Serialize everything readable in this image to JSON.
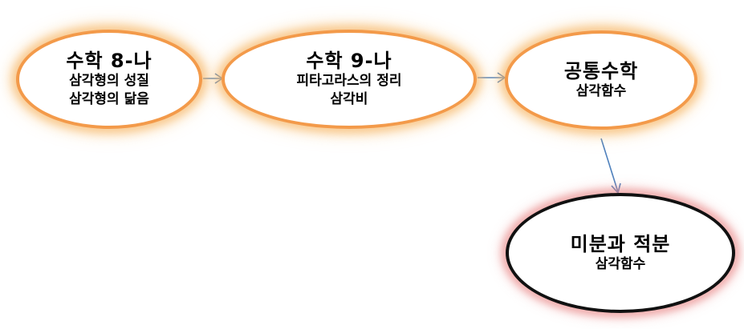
{
  "nodes": [
    {
      "title": "수학 8-나",
      "lines": [
        "삼각형의 성질",
        "삼각형의 닮음"
      ]
    },
    {
      "title": "수학 9-나",
      "lines": [
        "피타고라스의 정리",
        "삼각비"
      ]
    },
    {
      "title": "공통수학",
      "lines": [
        "삼각함수"
      ]
    },
    {
      "title": "미분과 적분",
      "lines": [
        "삼각함수"
      ]
    }
  ],
  "colors": {
    "orange_border": "#f39a4a",
    "dark_border": "#111111",
    "arrow": "#4f81bd"
  }
}
